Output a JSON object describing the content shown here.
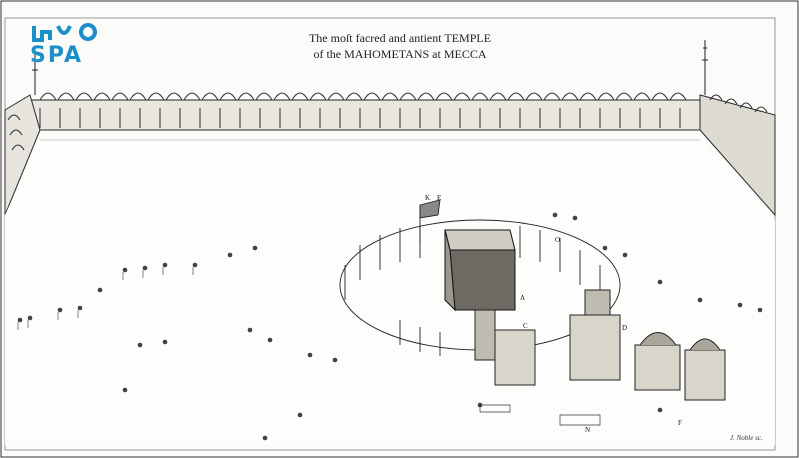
{
  "image": {
    "title_line1": "The moſt facred and antient TEMPLE",
    "title_line2": "of the MAHOMETANS at MECCA",
    "watermark_logo": "SPA",
    "engraver_signature": "J. Noble sc.",
    "labels": [
      "K",
      "E",
      "O",
      "D",
      "A",
      "C",
      "F",
      "N"
    ]
  }
}
